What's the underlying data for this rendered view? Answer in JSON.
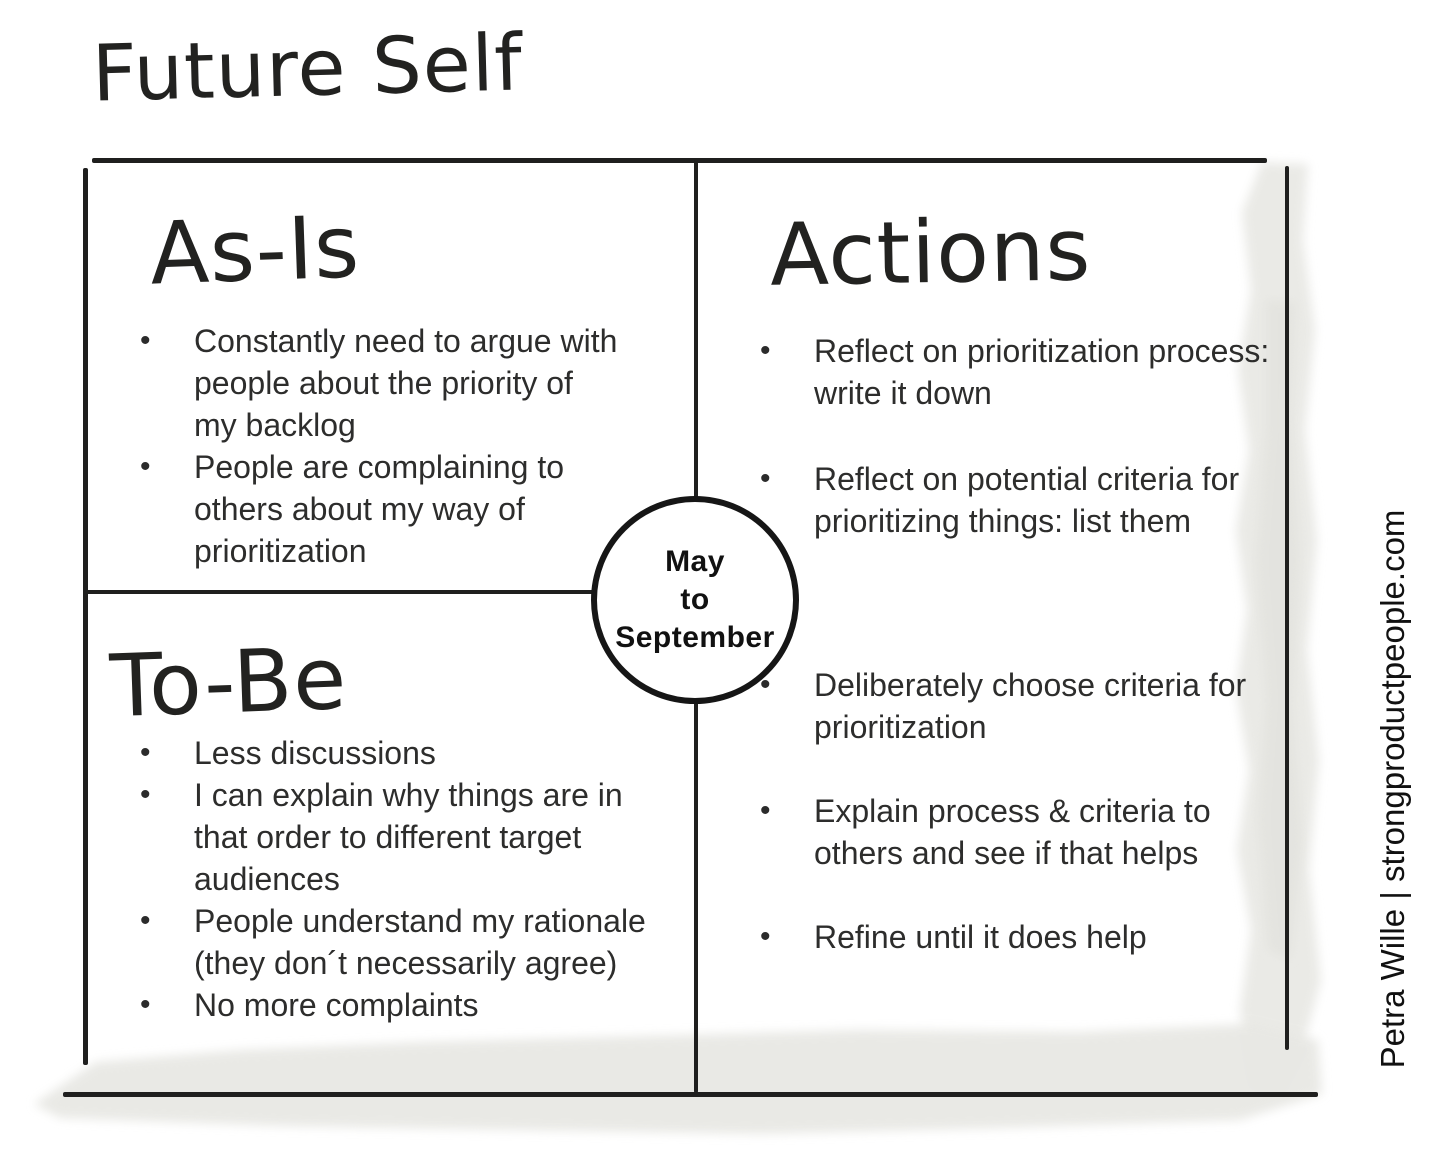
{
  "title": "Future Self",
  "bullet_char": "•",
  "quadrants": {
    "as_is": {
      "heading": "As-Is",
      "bullets": [
        "Constantly need to argue with people about the priority of my backlog",
        "People are complaining to others about my way of prioritization"
      ]
    },
    "actions": {
      "heading": "Actions",
      "bullets": [
        "Reflect on prioritization process: write it down",
        "Reflect on potential criteria for prioritizing things: list them",
        "Deliberately choose criteria for prioritization",
        "Explain process & criteria to others and see if that helps",
        "Refine until it does help"
      ]
    },
    "to_be": {
      "heading": "To-Be",
      "bullets": [
        "Less discussions",
        "I can explain why things are in that order to different target audiences",
        "People understand my rationale (they don´t necessarily agree)",
        "No more complaints"
      ]
    }
  },
  "center_circle": {
    "line1": "May",
    "line2": "to",
    "line3": "September"
  },
  "attribution": "Petra Wille | strongproductpeople.com",
  "colors": {
    "ink": "#1f1f1e",
    "text": "#2d2d2c",
    "scan_shadow": "#e8e8e4",
    "background": "#ffffff"
  }
}
